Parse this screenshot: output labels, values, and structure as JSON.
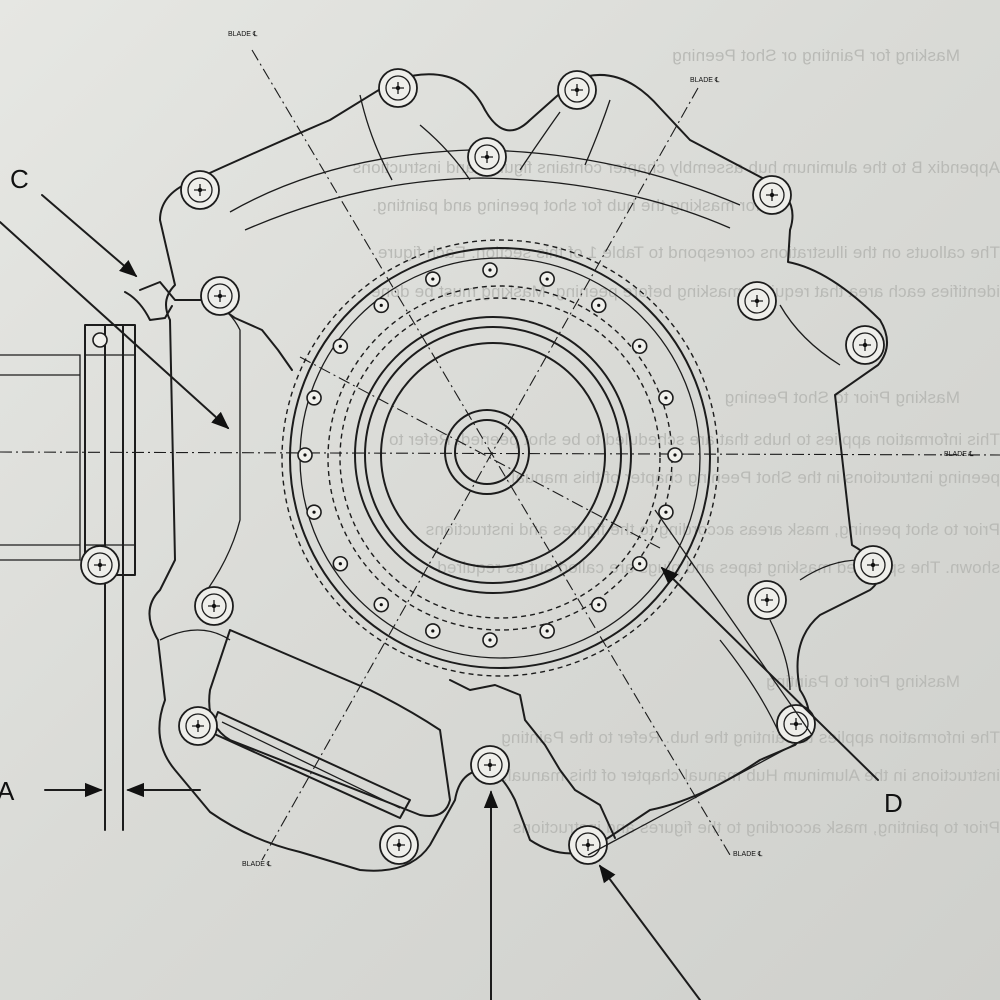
{
  "diagram": {
    "callouts": {
      "a": "A",
      "c": "C",
      "d": "D"
    },
    "blade_label": "BLADE ℄"
  },
  "bleed_through": {
    "line_1": "Masking for Painting or Shot Peening",
    "line_2": "Appendix B to the aluminum hub assembly chapter contains figures and instructions",
    "line_3": "for masking the hub for shot peening and painting.",
    "line_4": "The callouts on the illustrations correspond to Table 1 of this section. Each figure",
    "line_5": "identifies each area that requires masking before peening. Masking must be done",
    "line_6": "Masking Prior to Shot Peening",
    "line_7": "This information applies to hubs that are scheduled to be shot peened. Refer to",
    "line_8": "peening instructions in the Shot Peening chapter of this manual.",
    "line_9": "Prior to shot peening, mask areas according to the figures and instructions",
    "line_10": "shown. The specified masking tapes and plugs are called out as required",
    "line_11": "Masking Prior to Painting",
    "line_12": "The information applies to painting the hub. Refer to the Painting",
    "line_13": "instructions in the Aluminum Hub manual chapter of this manual.",
    "line_14": "Prior to painting, mask according to the figures and instructions"
  }
}
